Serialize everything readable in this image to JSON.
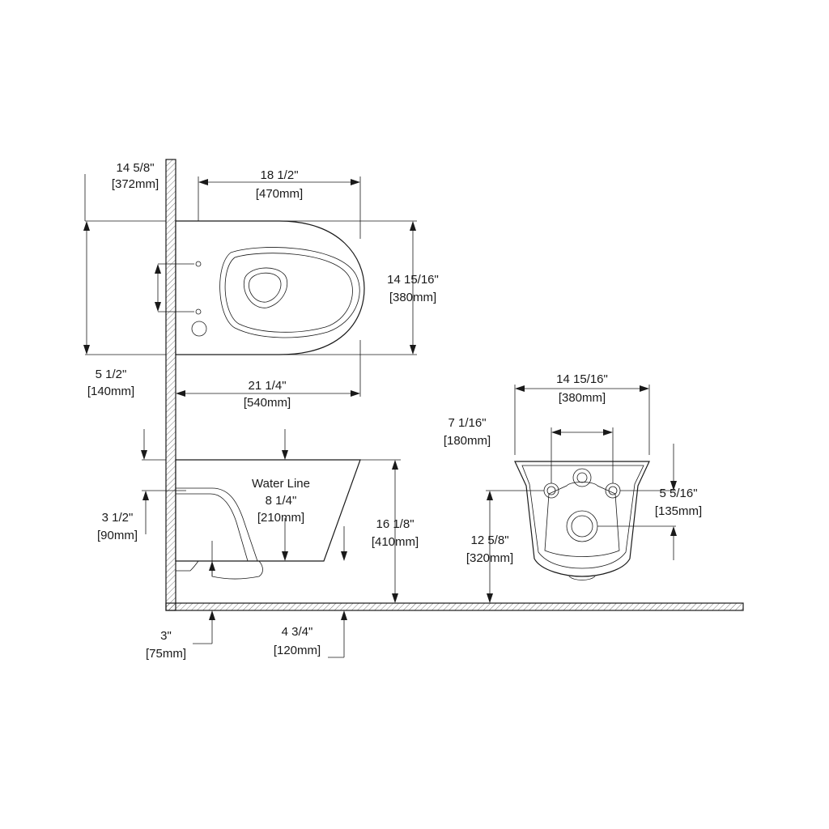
{
  "labels": {
    "depth_in": "14 5/8\"",
    "depth_mm": "[372mm]",
    "length_top_in": "18 1/2\"",
    "length_top_mm": "[470mm]",
    "width_in": "14 15/16\"",
    "width_mm": "[380mm]",
    "bolt_spacing_in": "5 1/2\"",
    "bolt_spacing_mm": "[140mm]",
    "length_in": "21 1/4\"",
    "length_mm": "[540mm]",
    "water_line_label": "Water Line",
    "water_line_in": "8 1/4\"",
    "water_line_mm": "[210mm]",
    "outlet_in": "3 1/2\"",
    "outlet_mm": "[90mm]",
    "rim_height_in": "16 1/8\"",
    "rim_height_mm": "[410mm]",
    "wall_offset_in": "3\"",
    "wall_offset_mm": "[75mm]",
    "floor_offset_in": "4 3/4\"",
    "floor_offset_mm": "[120mm]",
    "front_width_in": "14 15/16\"",
    "front_width_mm": "[380mm]",
    "front_holes_in": "7 1/16\"",
    "front_holes_mm": "[180mm]",
    "front_height_in": "12 5/8\"",
    "front_height_mm": "[320mm]",
    "front_drop_in": "5 5/16\"",
    "front_drop_mm": "[135mm]"
  }
}
